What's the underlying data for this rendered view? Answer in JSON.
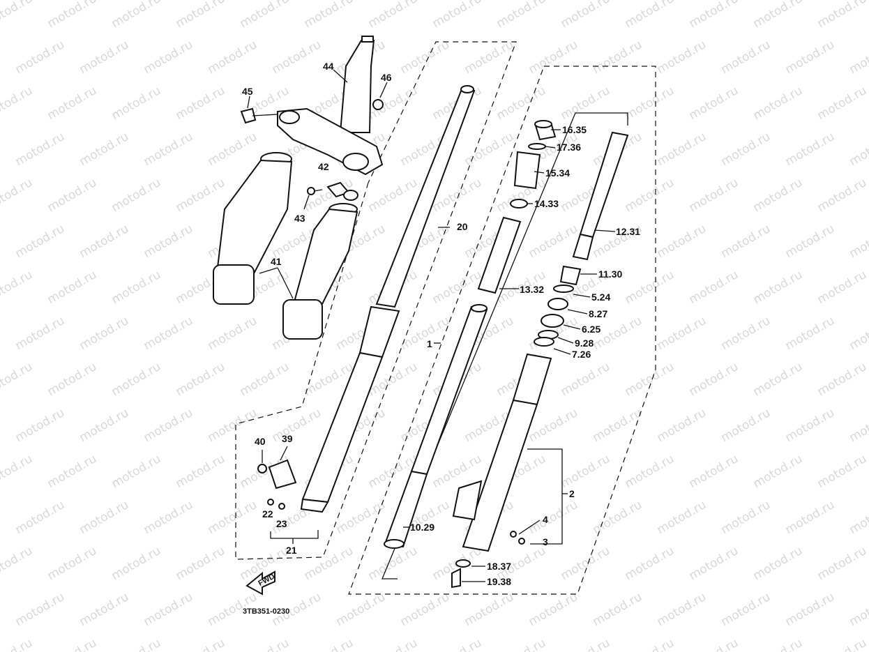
{
  "watermark": "motod.ru",
  "diagram_code": "3TB351-0230",
  "fwd_label": "FWD",
  "callouts": {
    "c44": "44",
    "c46": "46",
    "c45": "45",
    "c42": "42",
    "c43": "43",
    "c41": "41",
    "c20": "20",
    "c1": "1",
    "c16": "16.35",
    "c17": "17.36",
    "c15": "15.34",
    "c14": "14.33",
    "c13": "13.32",
    "c12": "12.31",
    "c11": "11.30",
    "c5": "5.24",
    "c8": "8.27",
    "c6": "6.25",
    "c9": "9.28",
    "c7": "7.26",
    "c40": "40",
    "c39": "39",
    "c22": "22",
    "c23": "23",
    "c21": "21",
    "c10": "10.29",
    "c2": "2",
    "c4": "4",
    "c3": "3",
    "c18": "18.37",
    "c19": "19.38"
  }
}
